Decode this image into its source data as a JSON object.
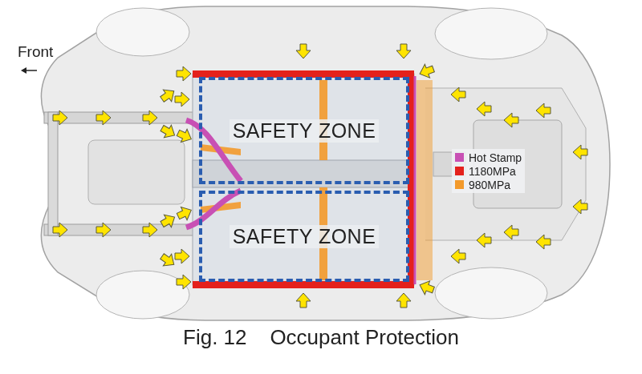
{
  "diagram": {
    "caption": "Fig. 12    Occupant Protection",
    "nodes": [
      {
        "text": [
          "SAFETY ZONE"
        ]
      },
      {
        "text": [
          "SAFETY ZONE"
        ]
      }
    ],
    "labels": [
      "Front"
    ],
    "legend": [
      {
        "text": "Hot Stamp",
        "color": "#c850b4"
      },
      {
        "text": "1180MPa",
        "color": "#e4211c"
      },
      {
        "text": "980MPa",
        "color": "#f39a2b"
      }
    ]
  }
}
